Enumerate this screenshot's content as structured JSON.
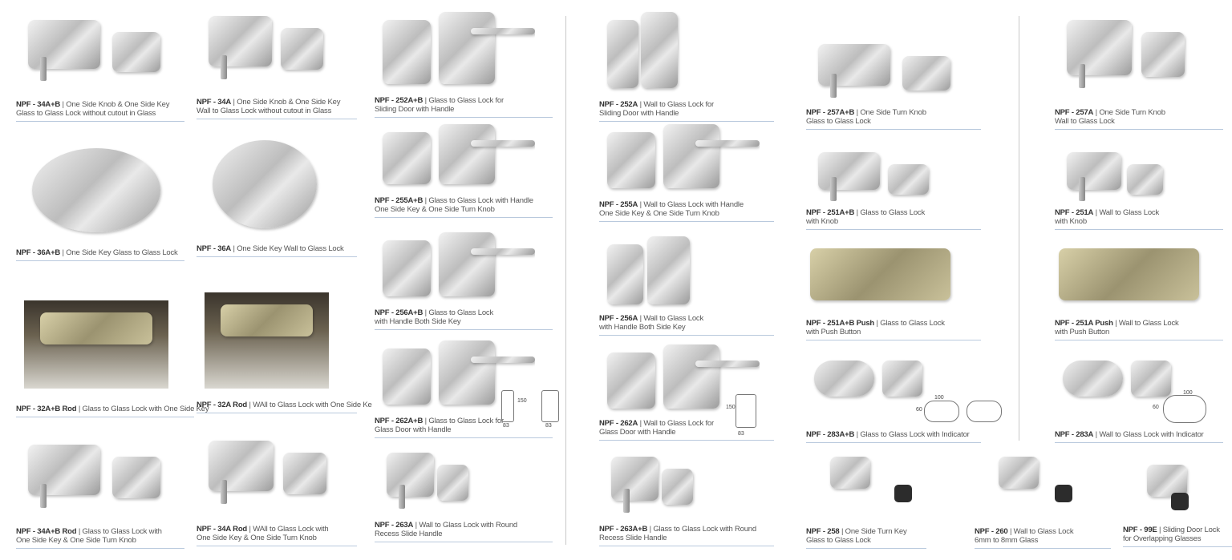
{
  "products": [
    {
      "code": "NPF - 34A+B",
      "lines": [
        "One Side Knob & One Side Key",
        "Glass to Glass Lock without cutout in Glass"
      ]
    },
    {
      "code": "NPF - 36A+B",
      "lines": [
        "One Side Key Glass to Glass Lock"
      ]
    },
    {
      "code": "NPF - 32A+B Rod",
      "lines": [
        "Glass to Glass Lock with One Side Key"
      ]
    },
    {
      "code": "NPF - 34A+B Rod",
      "lines": [
        "Glass to Glass Lock with",
        "One Side Key & One Side Turn Knob"
      ]
    },
    {
      "code": "NPF - 34A",
      "lines": [
        "One Side Knob & One Side Key",
        "Wall to Glass Lock without cutout in Glass"
      ]
    },
    {
      "code": "NPF - 36A",
      "lines": [
        "One Side Key Wall to Glass Lock"
      ]
    },
    {
      "code": "NPF - 32A Rod",
      "lines": [
        "WAll to Glass Lock with One Side Ke"
      ]
    },
    {
      "code": "NPF - 34A Rod",
      "lines": [
        "WAll to Glass Lock with",
        "One Side Key & One Side Turn Knob"
      ]
    },
    {
      "code": "NPF - 252A+B",
      "lines": [
        "Glass to Glass Lock for",
        "Sliding Door with Handle"
      ]
    },
    {
      "code": "NPF - 255A+B",
      "lines": [
        "Glass to Glass Lock with Handle",
        "One Side Key & One Side Turn Knob"
      ]
    },
    {
      "code": "NPF - 256A+B",
      "lines": [
        "Glass to Glass Lock",
        "with Handle Both Side Key"
      ]
    },
    {
      "code": "NPF - 262A+B",
      "lines": [
        "Glass to Glass Lock for",
        "Glass Door with Handle"
      ]
    },
    {
      "code": "NPF - 263A",
      "lines": [
        "Wall to Glass Lock with Round",
        "Recess Slide Handle"
      ]
    },
    {
      "code": "NPF - 252A",
      "lines": [
        "Wall to Glass Lock for",
        "Sliding Door with Handle"
      ]
    },
    {
      "code": "NPF - 255A",
      "lines": [
        "Wall to Glass Lock with Handle",
        "One Side Key & One Side Turn Knob"
      ]
    },
    {
      "code": "NPF - 256A",
      "lines": [
        "Wall to Glass Lock",
        "with Handle Both Side Key"
      ]
    },
    {
      "code": "NPF - 262A",
      "lines": [
        "Wall to Glass Lock for",
        "Glass Door with Handle"
      ]
    },
    {
      "code": "NPF - 263A+B",
      "lines": [
        "Glass to Glass Lock with Round",
        "Recess Slide Handle"
      ]
    },
    {
      "code": "NPF - 257A+B",
      "lines": [
        "One Side Turn Knob",
        "Glass to Glass Lock"
      ]
    },
    {
      "code": "NPF - 251A+B",
      "lines": [
        "Glass to Glass Lock",
        "with Knob"
      ]
    },
    {
      "code": "NPF - 251A+B Push",
      "lines": [
        "Glass to Glass Lock",
        "with Push Button"
      ]
    },
    {
      "code": "NPF - 283A+B",
      "lines": [
        "Glass to Glass Lock with Indicator"
      ]
    },
    {
      "code": "NPF - 258",
      "lines": [
        "One Side Turn Key",
        "Glass to Glass Lock"
      ]
    },
    {
      "code": "NPF - 257A",
      "lines": [
        "One Side Turn Knob",
        "Wall to Glass Lock"
      ]
    },
    {
      "code": "NPF - 251A",
      "lines": [
        "Wall to Glass Lock",
        "with Knob"
      ]
    },
    {
      "code": "NPF - 251A Push",
      "lines": [
        "Wall to Glass Lock",
        "with Push Button"
      ]
    },
    {
      "code": "NPF - 283A",
      "lines": [
        "Wall to Glass Lock with Indicator"
      ]
    },
    {
      "code": "NPF - 260",
      "lines": [
        "Wall to Glass Lock",
        "6mm to 8mm Glass"
      ]
    },
    {
      "code": "NPF - 99E",
      "lines": [
        "Sliding Door Lock",
        "for Overlapping Glasses"
      ]
    }
  ],
  "dimensions": {
    "height": "150",
    "width": "83",
    "length": "100",
    "depth": "60"
  }
}
